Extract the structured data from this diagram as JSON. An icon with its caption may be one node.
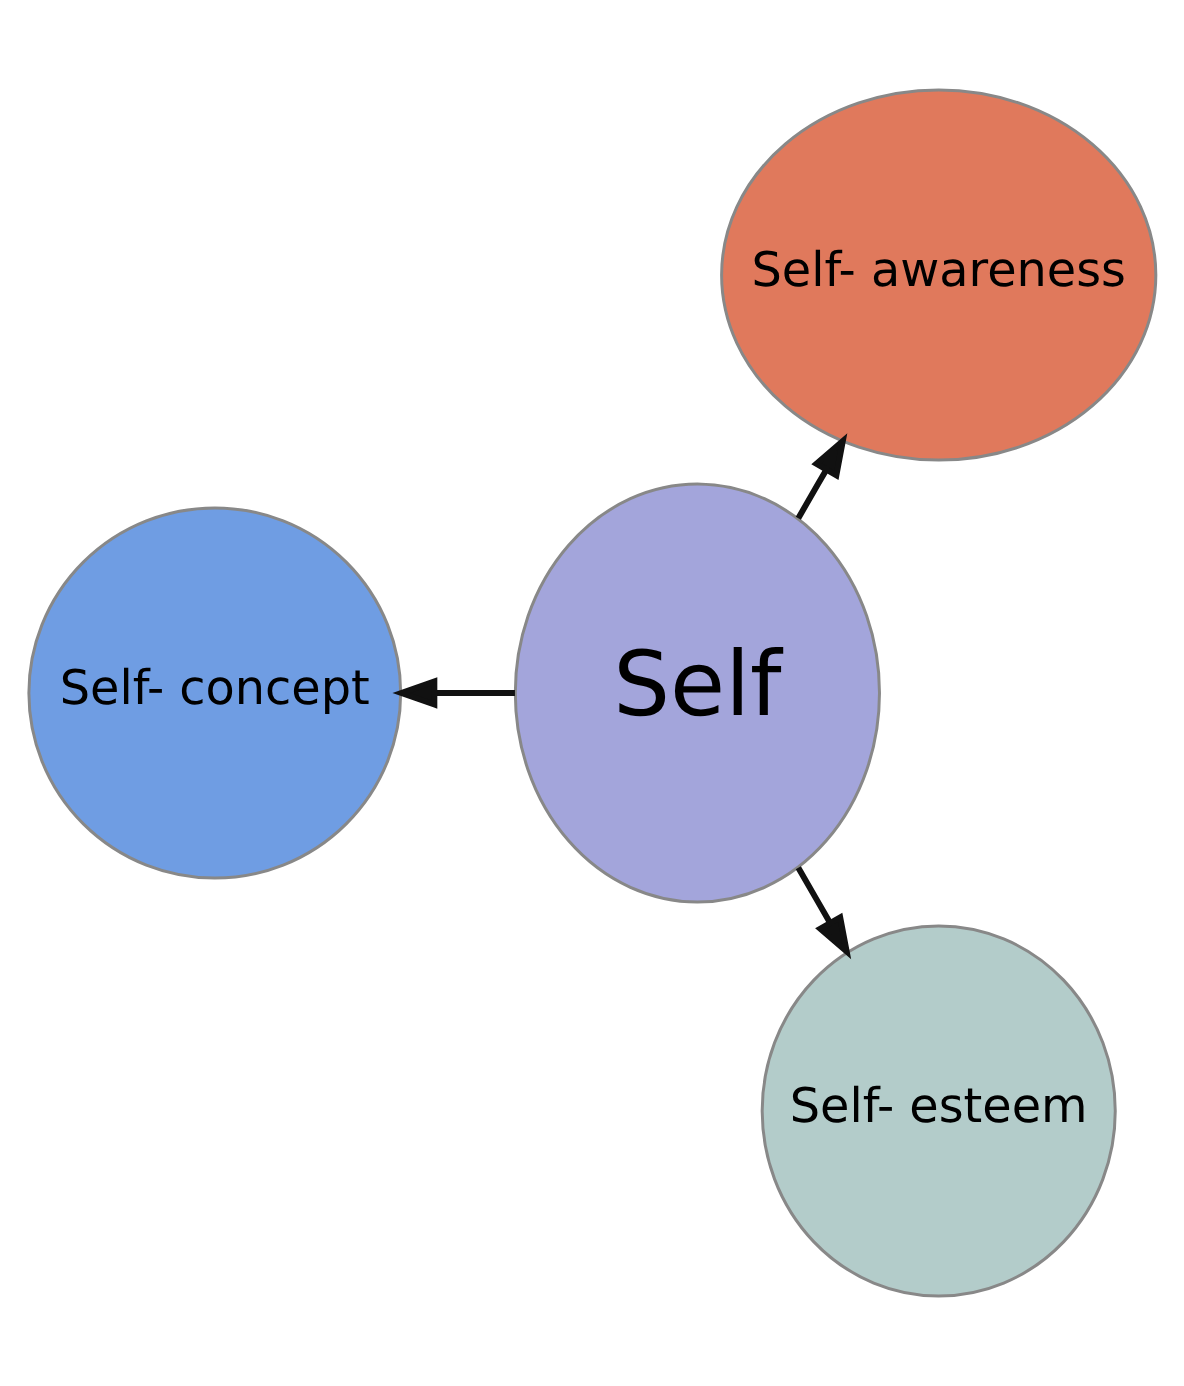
{
  "diagram": {
    "nodes": [
      {
        "text": [
          "Self- awareness"
        ]
      },
      {
        "text": [
          "Self"
        ]
      },
      {
        "text": [
          "Self- concept"
        ]
      },
      {
        "text": [
          "Self- esteem"
        ]
      }
    ],
    "edges": [
      {
        "from": 1,
        "to": 0,
        "arrow": "to"
      },
      {
        "from": 1,
        "to": 2,
        "arrow": "to"
      },
      {
        "from": 1,
        "to": 3,
        "arrow": "to"
      }
    ]
  }
}
